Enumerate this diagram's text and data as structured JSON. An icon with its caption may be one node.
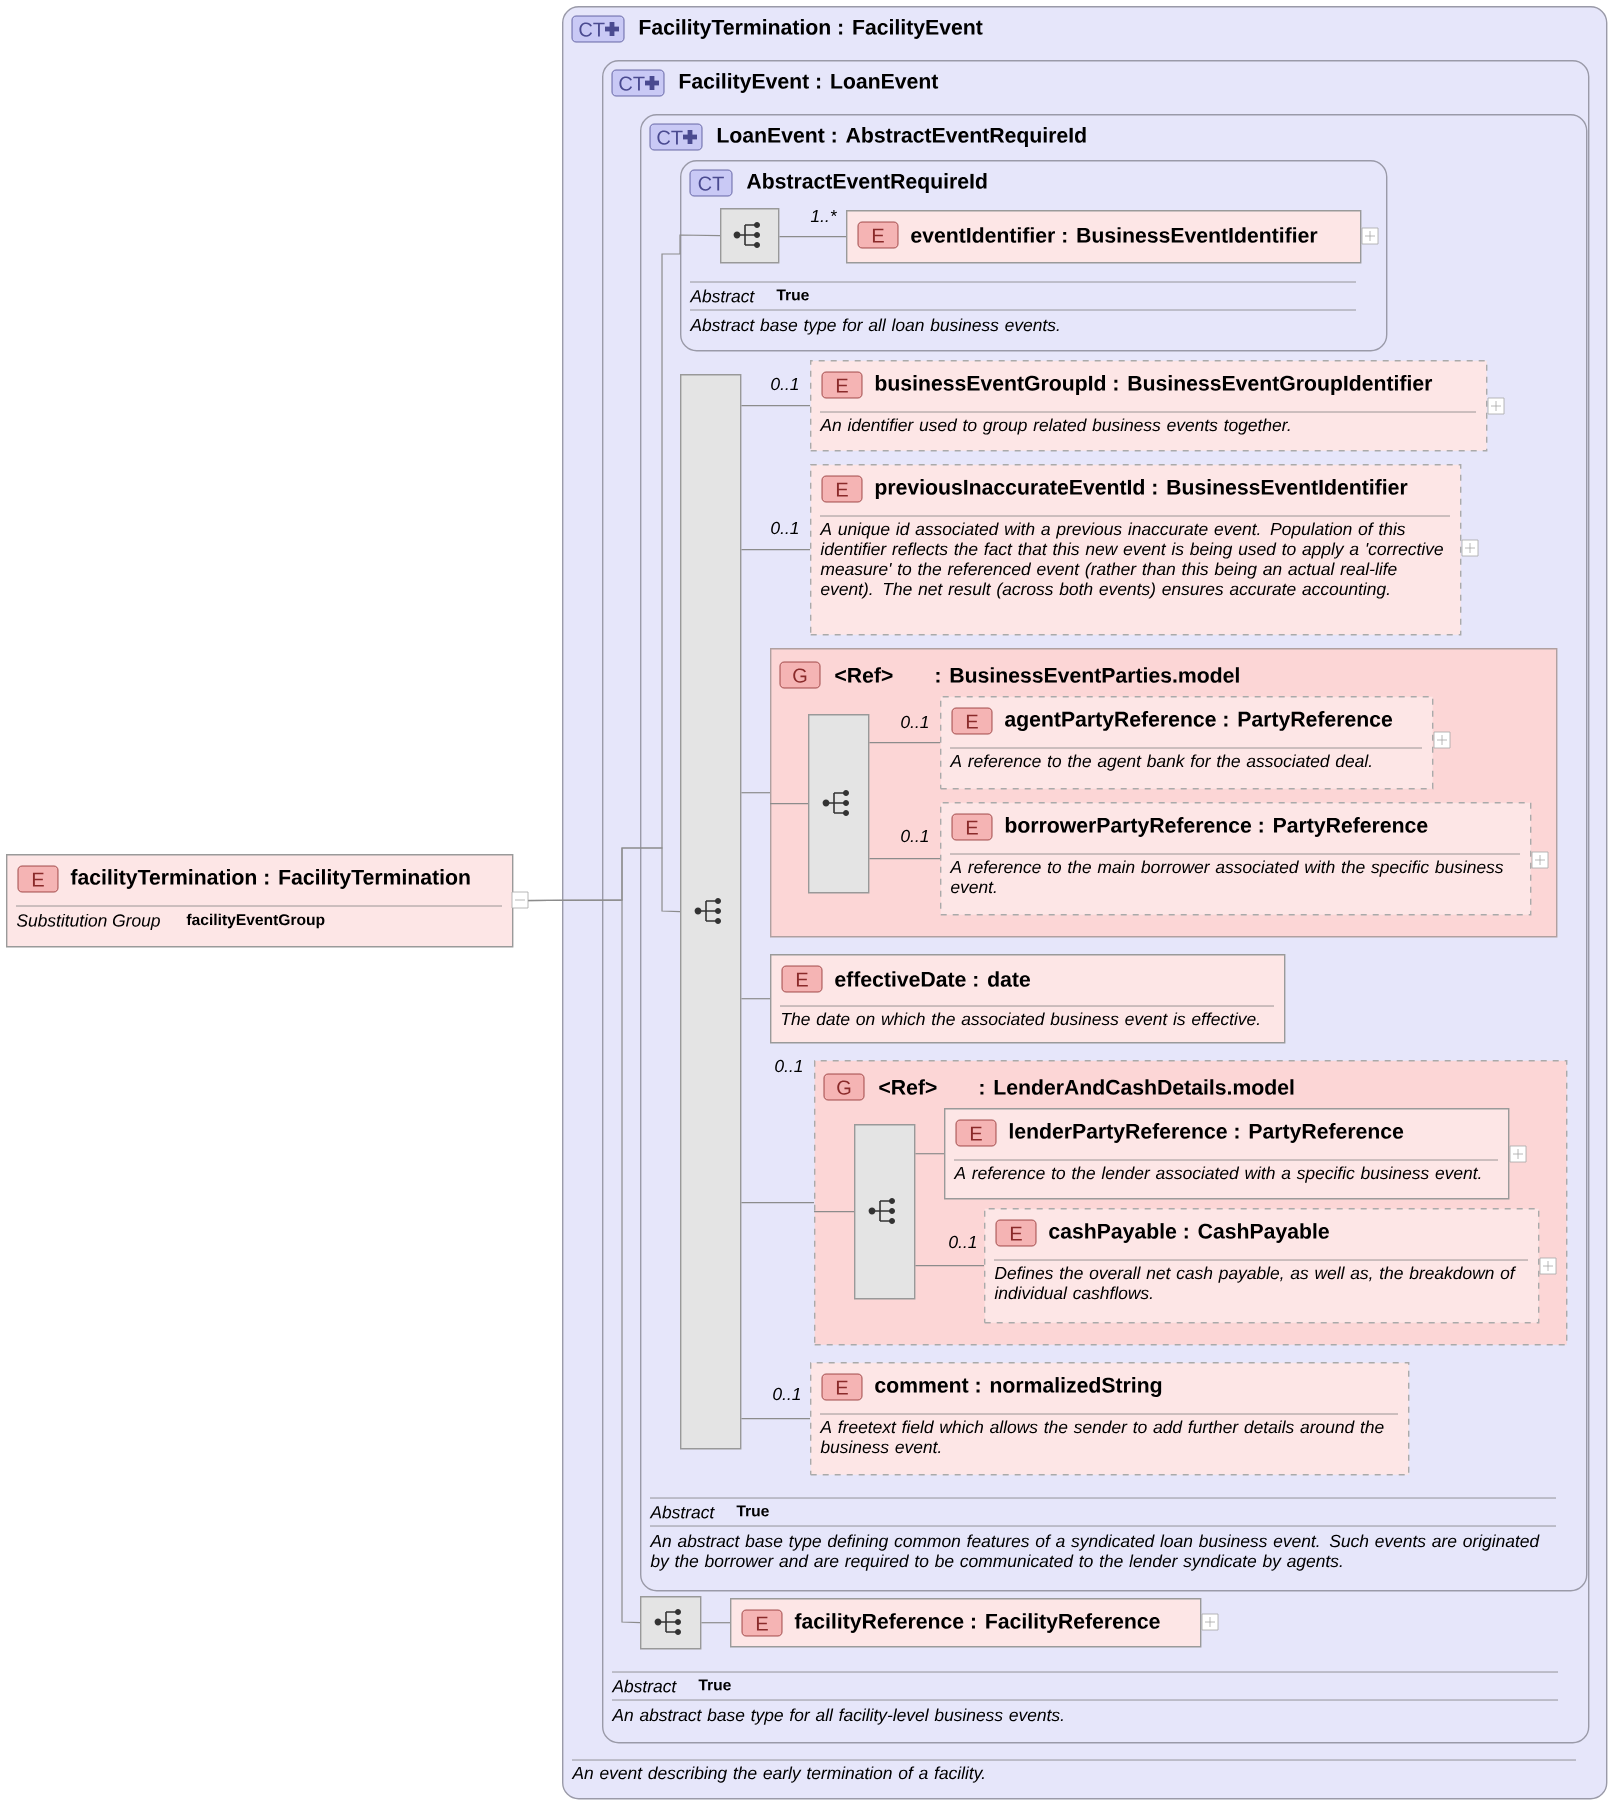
{
  "diagram": {
    "nodes": [
      {
        "text": [
          "E",
          "facilityTermination : FacilityTermination",
          "Substitution Group",
          "facilityEventGroup"
        ]
      },
      {
        "text": [
          "CT",
          "FacilityTermination : FacilityEvent",
          "An event describing the early termination of a facility."
        ]
      },
      {
        "text": [
          "CT",
          "FacilityEvent : LoanEvent",
          "Abstract",
          "True",
          "An abstract base type for all facility-level business events."
        ],
        "in": 1
      },
      {
        "text": [
          "CT",
          "LoanEvent : AbstractEventRequireId",
          "Abstract",
          "True",
          "An abstract base type defining common features of a syndicated loan business event. Such events are originated by the borrower and are required to be communicated to the lender syndicate by agents."
        ],
        "in": 2
      },
      {
        "text": [
          "CT",
          "AbstractEventRequireId",
          "Abstract",
          "True",
          "Abstract base type for all loan business events."
        ],
        "in": 3
      },
      {
        "text": [],
        "shape": "box",
        "in": 4
      },
      {
        "text": [
          "E",
          "eventIdentifier : BusinessEventIdentifier"
        ],
        "in": 4,
        "beside": [
          "1..*"
        ]
      },
      {
        "text": [],
        "shape": "box",
        "in": 3
      },
      {
        "text": [
          "E",
          "businessEventGroupId : BusinessEventGroupIdentifier",
          "An identifier used to group related business events together."
        ],
        "in": 3,
        "beside": [
          "0..1"
        ]
      },
      {
        "text": [
          "E",
          "previousInaccurateEventId : BusinessEventIdentifier",
          "A unique id associated with a previous inaccurate event. Population of this identifier reflects the fact that this new event is being used to apply a 'corrective measure' to the referenced event (rather than this being an actual real-life event). The net result (across both events) ensures accurate accounting."
        ],
        "in": 3,
        "beside": [
          "0..1"
        ]
      },
      {
        "text": [
          "G",
          "<Ref>",
          ": BusinessEventParties.model"
        ],
        "in": 3
      },
      {
        "text": [],
        "shape": "box",
        "in": 10
      },
      {
        "text": [
          "E",
          "agentPartyReference : PartyReference",
          "A reference to the agent bank for the associated deal."
        ],
        "in": 10,
        "beside": [
          "0..1"
        ]
      },
      {
        "text": [
          "E",
          "borrowerPartyReference : PartyReference",
          "A reference to the main borrower associated with the specific business event."
        ],
        "in": 10,
        "beside": [
          "0..1"
        ]
      },
      {
        "text": [
          "E",
          "effectiveDate : date",
          "The date on which the associated business event is effective."
        ],
        "in": 3
      },
      {
        "text": [
          "G",
          "<Ref>",
          ": LenderAndCashDetails.model"
        ],
        "in": 3,
        "beside": [
          "0..1"
        ]
      },
      {
        "text": [],
        "shape": "box",
        "in": 15
      },
      {
        "text": [
          "E",
          "lenderPartyReference : PartyReference",
          "A reference to the lender associated with a specific business event."
        ],
        "in": 15
      },
      {
        "text": [
          "E",
          "cashPayable : CashPayable",
          "Defines the overall net cash payable, as well as, the breakdown of individual cashflows."
        ],
        "in": 15,
        "beside": [
          "0..1"
        ]
      },
      {
        "text": [
          "E",
          "comment : normalizedString",
          "A freetext field which allows the sender to add further details around the business event."
        ],
        "in": 3,
        "beside": [
          "0..1"
        ]
      },
      {
        "text": [],
        "shape": "box",
        "in": 2
      },
      {
        "text": [
          "E",
          "facilityReference : FacilityReference"
        ],
        "in": 2
      }
    ],
    "edges": [
      {
        "from": 0,
        "to": 5,
        "arrow": "none"
      },
      {
        "from": 0,
        "to": 7,
        "arrow": "none"
      },
      {
        "from": 0,
        "to": 20,
        "arrow": "none"
      },
      {
        "from": 5,
        "to": 6,
        "arrow": "none"
      },
      {
        "from": 7,
        "to": 8,
        "arrow": "none"
      },
      {
        "from": 7,
        "to": 9,
        "arrow": "none"
      },
      {
        "from": 7,
        "to": 10,
        "arrow": "none"
      },
      {
        "from": 10,
        "to": 11,
        "arrow": "none"
      },
      {
        "from": 11,
        "to": 12,
        "arrow": "none"
      },
      {
        "from": 11,
        "to": 13,
        "arrow": "none"
      },
      {
        "from": 7,
        "to": 14,
        "arrow": "none"
      },
      {
        "from": 7,
        "to": 15,
        "arrow": "none"
      },
      {
        "from": 15,
        "to": 16,
        "arrow": "none"
      },
      {
        "from": 16,
        "to": 17,
        "arrow": "none"
      },
      {
        "from": 16,
        "to": 18,
        "arrow": "none"
      },
      {
        "from": 7,
        "to": 19,
        "arrow": "none"
      },
      {
        "from": 20,
        "to": 21,
        "arrow": "none"
      }
    ]
  }
}
